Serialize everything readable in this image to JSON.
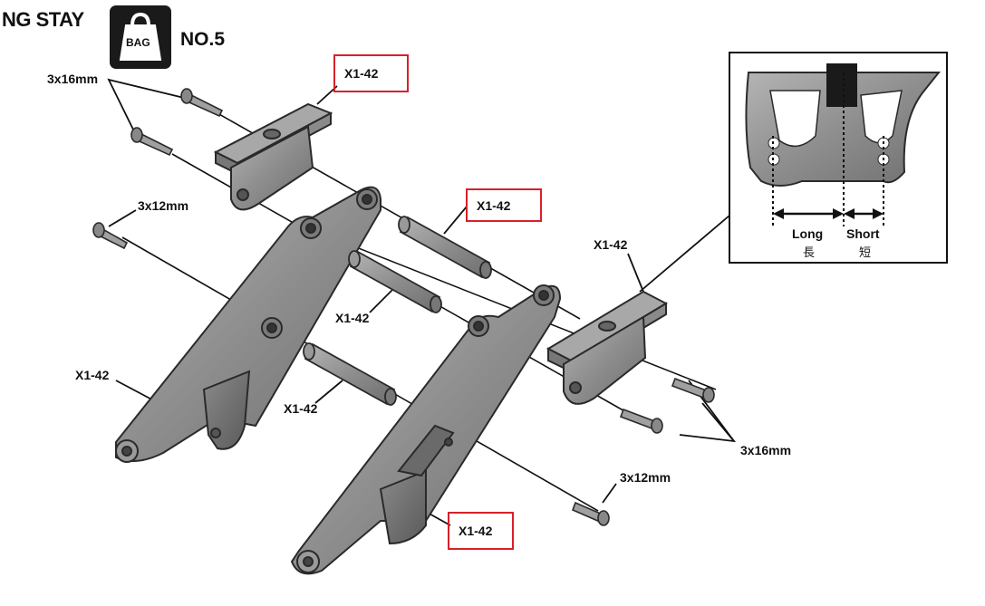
{
  "header": {
    "title": "NG STAY",
    "bag_label": "BAG",
    "bag_number": "NO.5"
  },
  "callouts": {
    "screw_3x16_top": "3x16mm",
    "screw_3x12_left": "3x12mm",
    "screw_3x16_right": "3x16mm",
    "screw_3x12_bottom": "3x12mm",
    "part_top_mount": "X1-42",
    "part_spacer_upper": "X1-42",
    "part_spacer_middle": "X1-42",
    "part_spacer_lower": "X1-42",
    "part_left_stay": "X1-42",
    "part_right_mount": "X1-42",
    "part_right_stay": "X1-42"
  },
  "inset": {
    "long_label": "Long",
    "long_label_cjk": "長",
    "short_label": "Short",
    "short_label_cjk": "短"
  },
  "colors": {
    "highlight_box": "#d8202a",
    "part_fill": "#8c8c8c",
    "part_stroke": "#2a2a2a",
    "icon_bg": "#1a1a1a"
  }
}
